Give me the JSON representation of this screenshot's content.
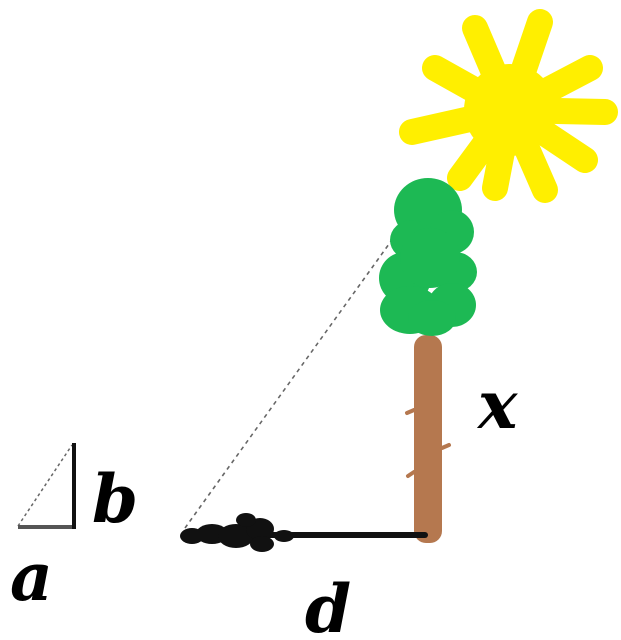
{
  "diagram": {
    "labels": {
      "a": "a",
      "b": "b",
      "d": "d",
      "x": "x"
    },
    "colors": {
      "sun": "#FFEF00",
      "foliage": "#1DB954",
      "trunk": "#B5784F",
      "shadow": "#111111",
      "dotted_line": "#666666",
      "small_triangle_base": "#555555",
      "text": "#000000",
      "background": "#FFFFFF"
    },
    "icons": [
      "sun-icon",
      "tree-icon",
      "shadow-icon"
    ]
  }
}
